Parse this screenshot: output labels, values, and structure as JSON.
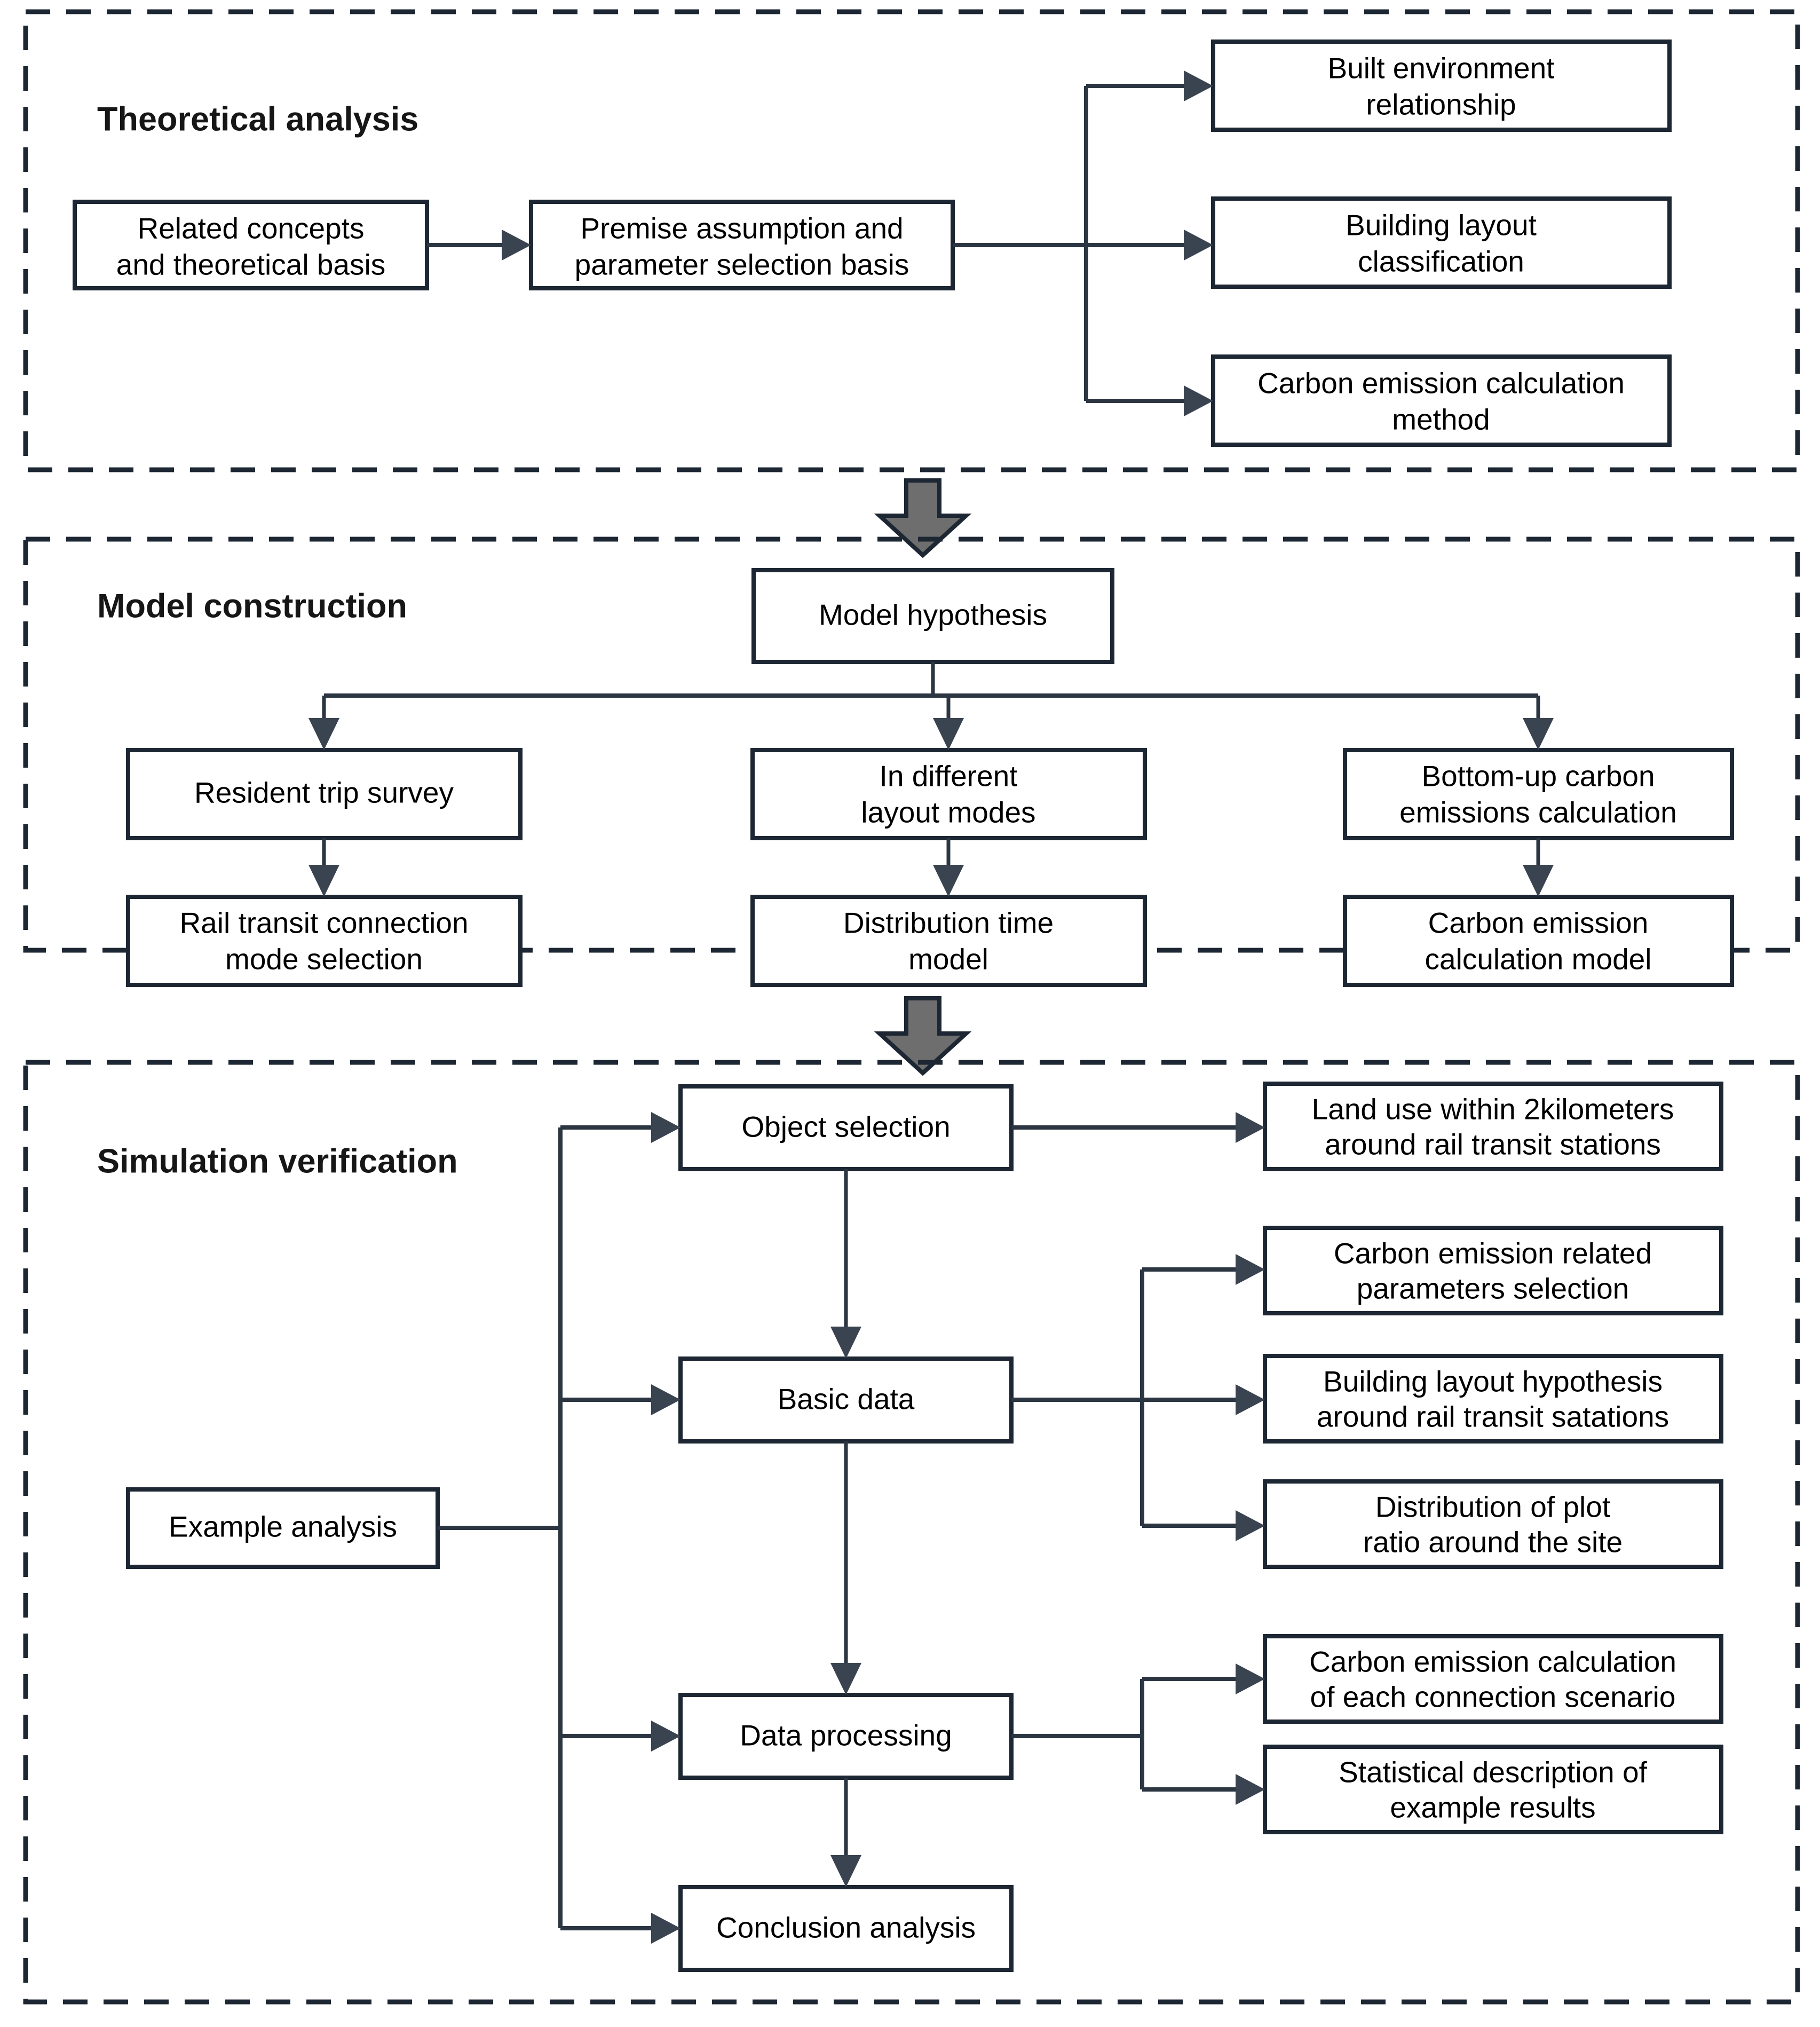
{
  "diagram": {
    "title_texts": {
      "panel1": "Theoretical analysis",
      "panel2": "Model construction",
      "panel3": "Simulation verification"
    },
    "colors": {
      "panel_border": "#1d2733",
      "node_border": "#1d2733",
      "node_fill": "#ffffff",
      "connector": "#2b3642",
      "block_arrow_fill": "#6e6e6e",
      "text": "#000000"
    },
    "panels": [
      {
        "id": "theoretical-analysis",
        "label": "Theoretical analysis",
        "nodes": [
          {
            "id": "related-concepts",
            "lines": [
              "Related concepts",
              "and theoretical basis"
            ]
          },
          {
            "id": "premise-assumption",
            "lines": [
              "Premise assumption and",
              "parameter selection basis"
            ]
          },
          {
            "id": "built-environment",
            "lines": [
              "Built environment",
              "relationship"
            ]
          },
          {
            "id": "building-layout-classification",
            "lines": [
              "Building layout",
              "classification"
            ]
          },
          {
            "id": "carbon-emission-calculation-method",
            "lines": [
              "Carbon emission calculation",
              "method"
            ]
          }
        ]
      },
      {
        "id": "model-construction",
        "label": "Model construction",
        "nodes": [
          {
            "id": "model-hypothesis",
            "lines": [
              "Model hypothesis"
            ]
          },
          {
            "id": "resident-trip-survey",
            "lines": [
              "Resident trip survey"
            ]
          },
          {
            "id": "in-different-layout-modes",
            "lines": [
              "In different",
              "layout modes"
            ]
          },
          {
            "id": "bottom-up-carbon-emissions-calculation",
            "lines": [
              "Bottom-up carbon",
              "emissions calculation"
            ]
          },
          {
            "id": "rail-transit-connection-mode-selection",
            "lines": [
              "Rail transit connection",
              "mode selection"
            ]
          },
          {
            "id": "distribution-time-model",
            "lines": [
              "Distribution time",
              "model"
            ]
          },
          {
            "id": "carbon-emission-calculation-model",
            "lines": [
              "Carbon emission",
              "calculation model"
            ]
          }
        ]
      },
      {
        "id": "simulation-verification",
        "label": "Simulation verification",
        "nodes": [
          {
            "id": "example-analysis",
            "lines": [
              "Example analysis"
            ]
          },
          {
            "id": "object-selection",
            "lines": [
              "Object selection"
            ]
          },
          {
            "id": "basic-data",
            "lines": [
              "Basic data"
            ]
          },
          {
            "id": "data-processing",
            "lines": [
              "Data processing"
            ]
          },
          {
            "id": "conclusion-analysis",
            "lines": [
              "Conclusion analysis"
            ]
          },
          {
            "id": "land-use-2km",
            "lines": [
              "Land use within 2kilometers",
              "around rail transit stations"
            ]
          },
          {
            "id": "carbon-emission-related-parameters",
            "lines": [
              "Carbon emission related",
              "parameters selection"
            ]
          },
          {
            "id": "building-layout-hypothesis",
            "lines": [
              "Building layout hypothesis",
              "around rail transit satations"
            ]
          },
          {
            "id": "distribution-plot-ratio",
            "lines": [
              "Distribution of plot",
              "ratio around the site"
            ]
          },
          {
            "id": "carbon-emission-each-connection",
            "lines": [
              "Carbon emission calculation",
              "of each connection scenario"
            ]
          },
          {
            "id": "statistical-description",
            "lines": [
              "Statistical description of",
              "example results"
            ]
          }
        ]
      }
    ]
  }
}
